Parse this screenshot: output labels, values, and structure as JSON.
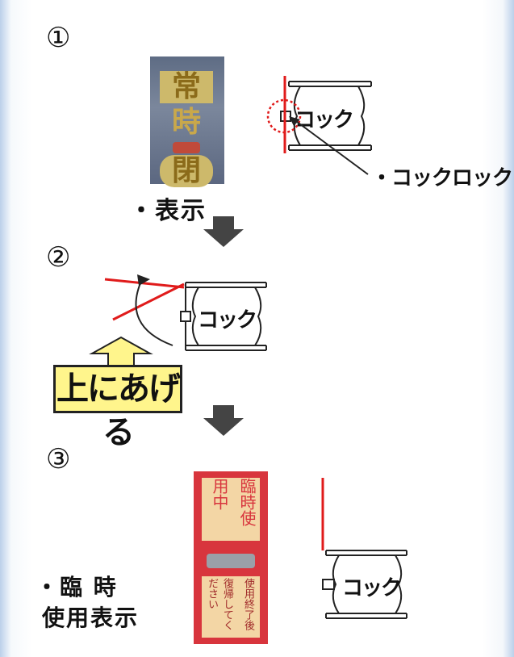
{
  "steps": [
    "①",
    "②",
    "③"
  ],
  "step1": {
    "sign_chars": [
      "常",
      "時",
      "閉"
    ],
    "caption": "・表示",
    "valve_label": "コック",
    "lock_label": "・コックロック"
  },
  "step2": {
    "valve_label": "コック",
    "instruction": "上にあげる"
  },
  "step3": {
    "sign_top": "臨時使用中",
    "sign_bottom_left": "使用終了後",
    "sign_bottom_right": "復帰してください",
    "caption_line1": "・臨 時",
    "caption_line2": "使用表示",
    "valve_label": "コック"
  },
  "colors": {
    "red": "#e01b1b",
    "yellow": "#fff58c",
    "sign_red": "#d8353d",
    "sign_gray": "#6b778d"
  }
}
